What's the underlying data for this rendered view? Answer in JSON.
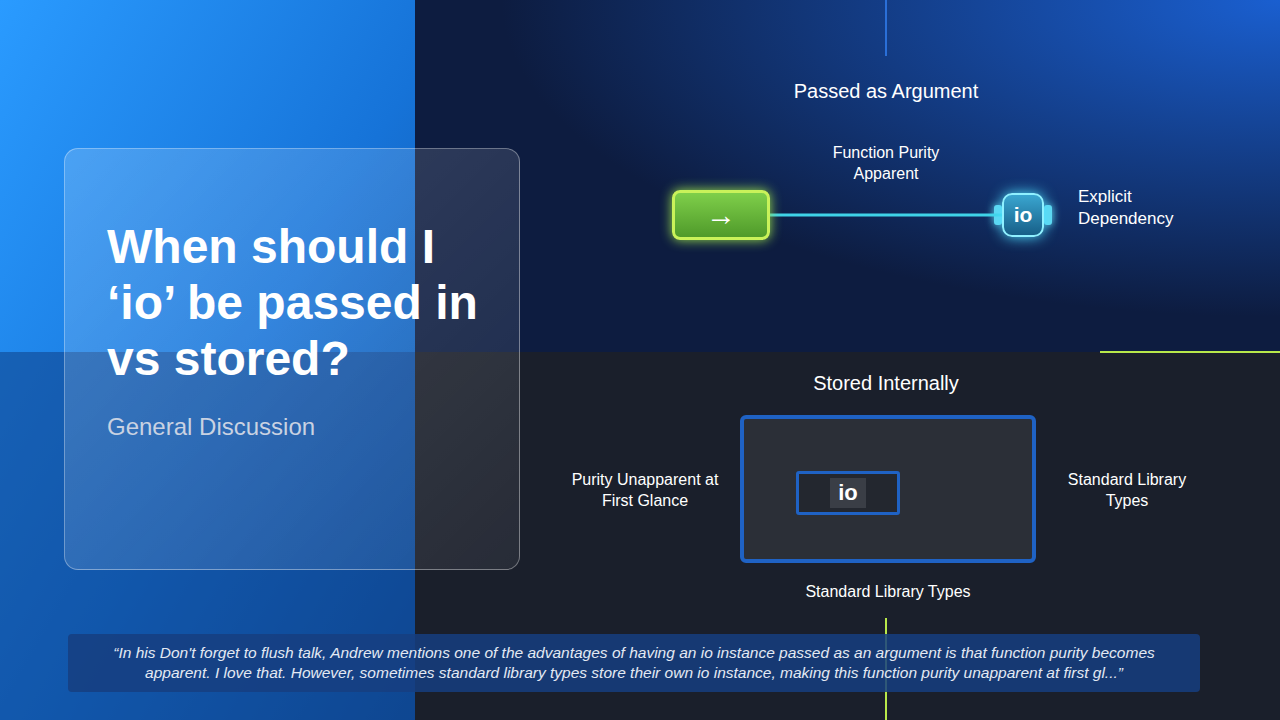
{
  "diagram": {
    "title": "When should I ‘io’ be passed in vs stored?",
    "caption": "“In his Don't forget to flush talk, Andrew mentions one of the advantages of having an io instance passed as an argument is that function purity becomes apparent. I love that. However, sometimes standard library types store their own io instance, making this function purity unapparent at first gl...”",
    "nodes": [
      {
        "text": [
          "When should I ‘io’ be passed in vs stored?",
          "General Discussion"
        ]
      },
      {
        "text": [
          "→"
        ]
      },
      {
        "text": [
          "io"
        ]
      },
      {
        "text": [
          "Standard Library Types"
        ]
      },
      {
        "text": [
          "io"
        ],
        "in": 3
      }
    ],
    "edges": [
      {
        "from": 1,
        "to": 2,
        "arrow": "none"
      }
    ],
    "labels": [
      "Passed as Argument",
      "Function Purity Apparent",
      "Explicit Dependency",
      "Stored Internally",
      "Purity Unapparent at First Glance",
      "Standard Library Types"
    ]
  }
}
